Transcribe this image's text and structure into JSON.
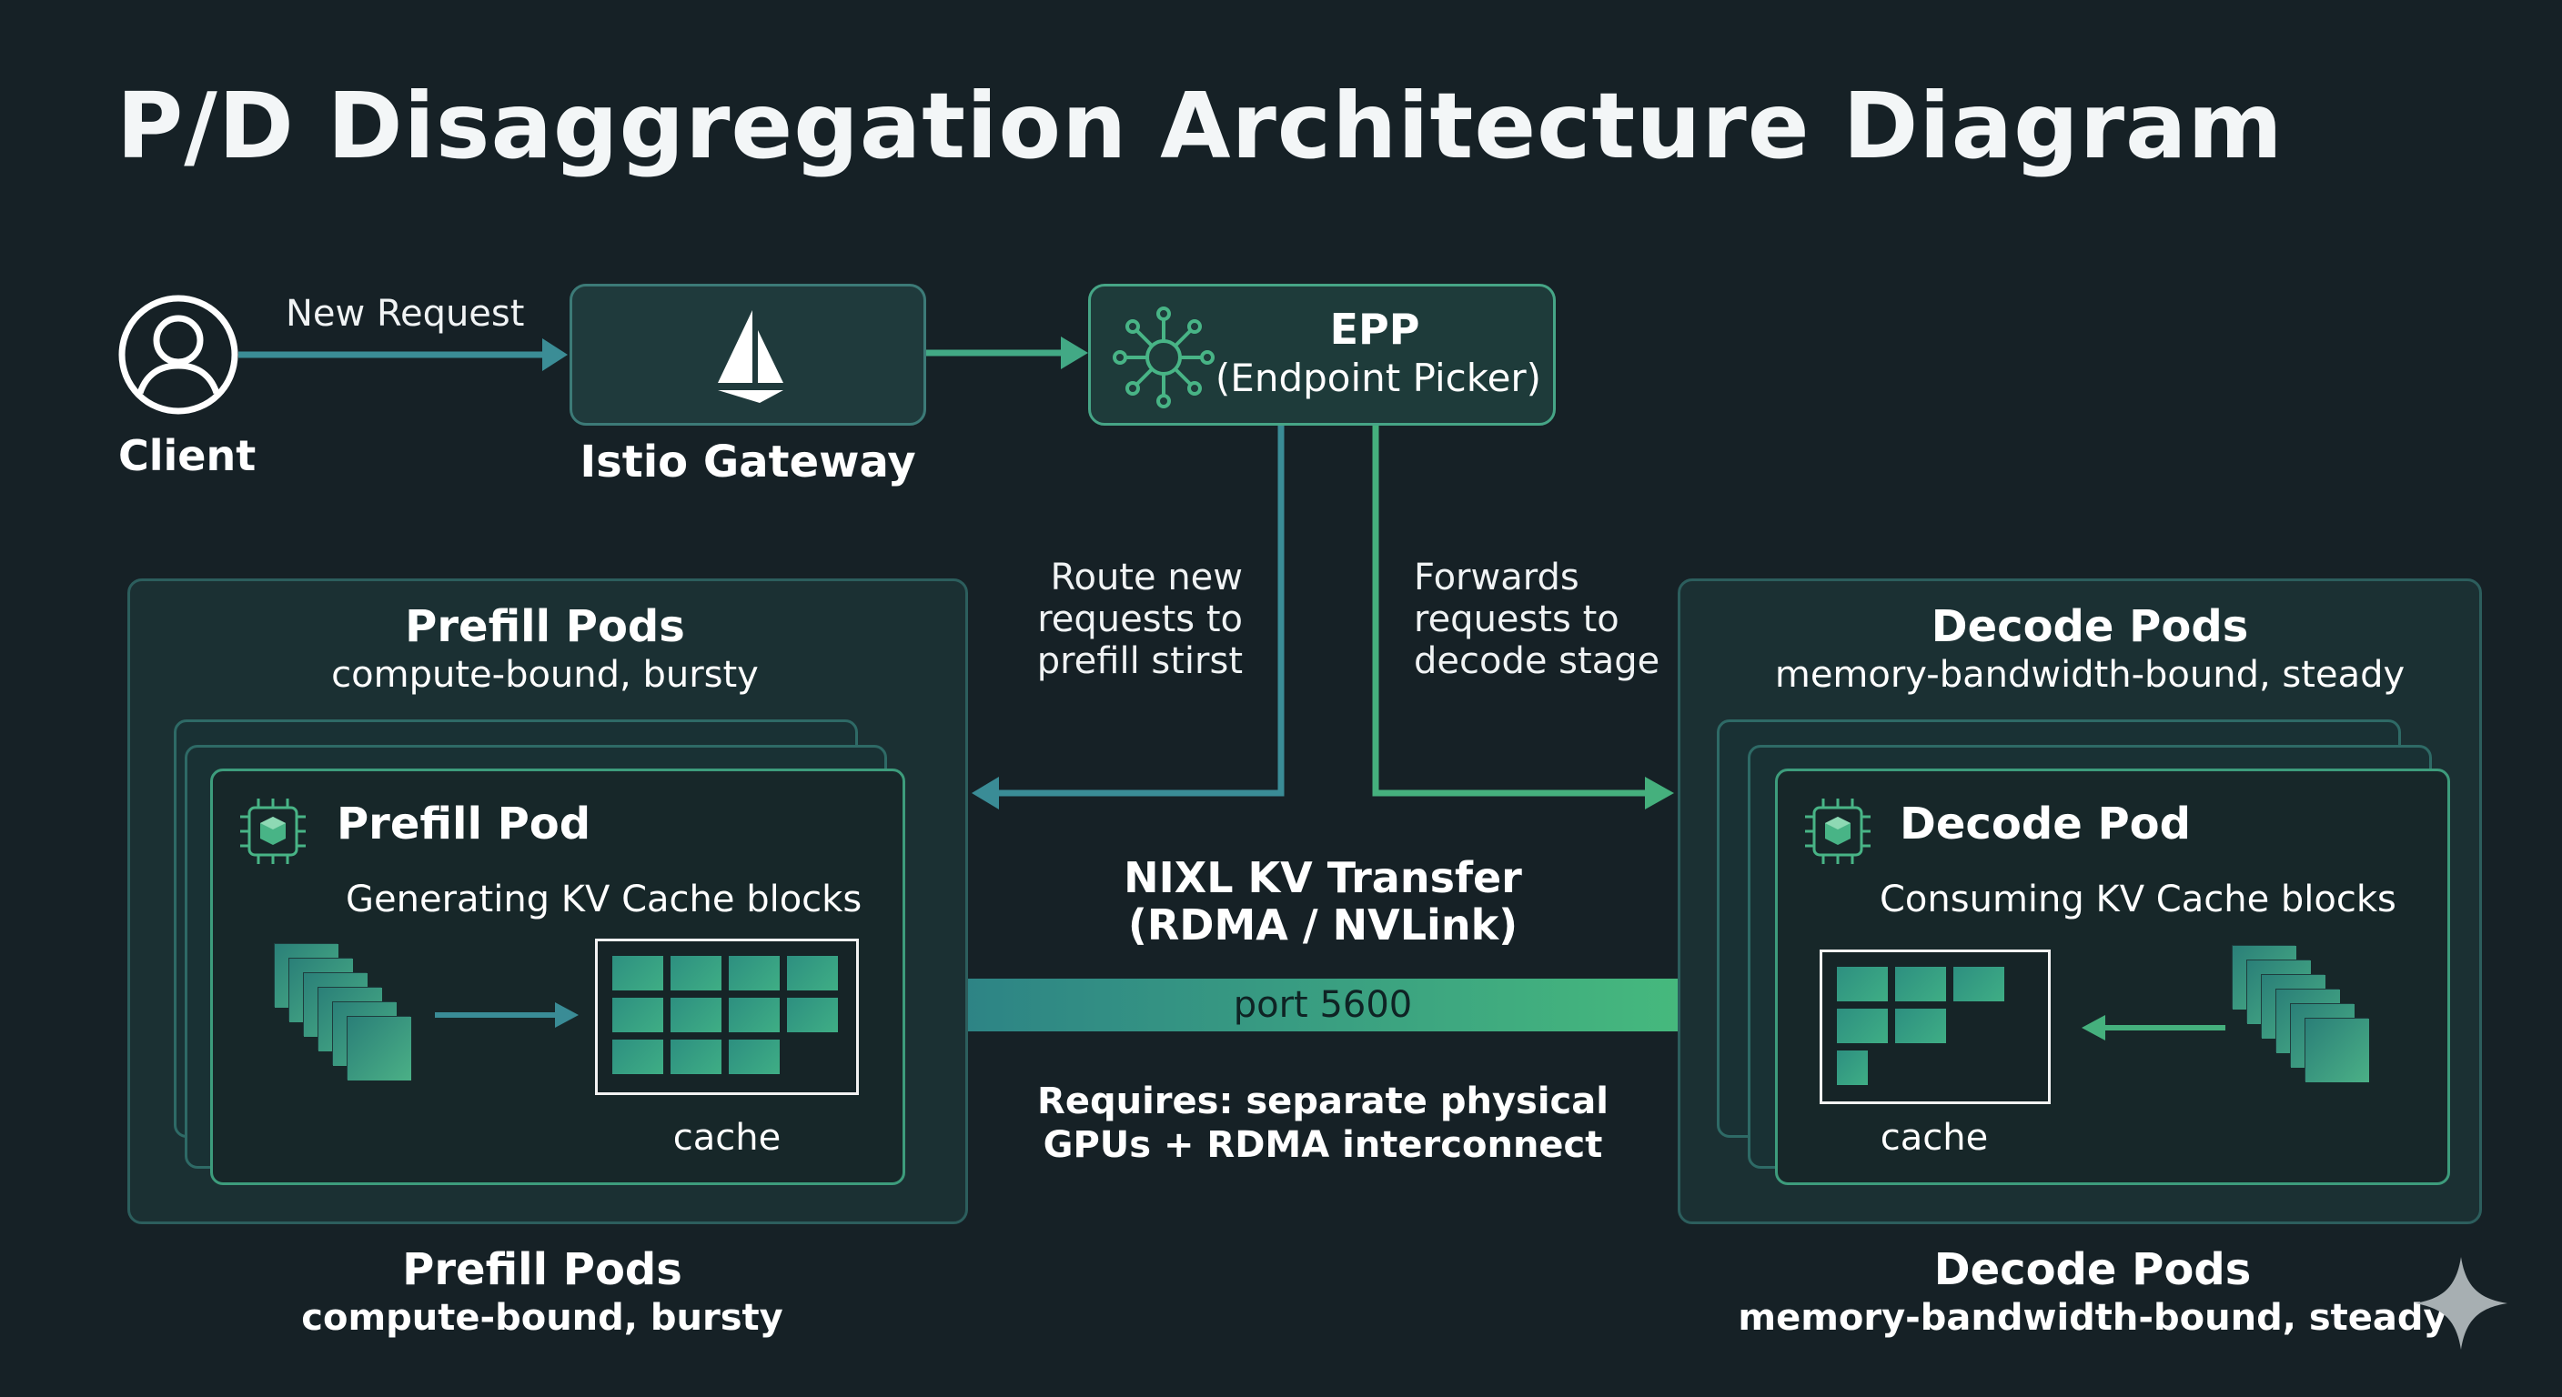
{
  "title": "P/D Disaggregation Architecture Diagram",
  "client": {
    "label": "Client",
    "icon": "user-icon"
  },
  "new_request": "New Request",
  "gateway": {
    "label": "Istio Gateway",
    "icon": "istio-sail-icon"
  },
  "epp": {
    "title": "EPP",
    "subtitle": "(Endpoint Picker)",
    "icon": "hub-network-icon"
  },
  "route_text": [
    "Route new",
    "requests to",
    "prefill stirst"
  ],
  "forward_text": [
    "Forwards",
    "requests to",
    "decode stage"
  ],
  "prefill": {
    "panel_title": "Prefill Pods",
    "panel_subtitle": "compute-bound, bursty",
    "pod_title": "Prefill Pod",
    "pod_desc": "Generating KV Cache blocks",
    "cache_label": "cache",
    "icon": "chip-cube-icon",
    "footer_title": "Prefill Pods",
    "footer_subtitle": "compute-bound, bursty"
  },
  "decode": {
    "panel_title": "Decode Pods",
    "panel_subtitle": "memory-bandwidth-bound, steady",
    "pod_title": "Decode Pod",
    "pod_desc": "Consuming KV Cache blocks",
    "cache_label": "cache",
    "icon": "chip-cube-icon",
    "footer_title": "Decode Pods",
    "footer_subtitle": "memory-bandwidth-bound, steady"
  },
  "transfer": {
    "title": "NIXL KV Transfer",
    "subtitle": "(RDMA / NVLink)",
    "port": "port 5600",
    "req1": "Requires: separate physical",
    "req2": "GPUs + RDMA interconnect"
  },
  "colors": {
    "background": "#162126",
    "teal": "#3a8c8c",
    "green": "#45b07d",
    "text": "#ffffff"
  },
  "watermark_icon": "sparkle-star-icon"
}
